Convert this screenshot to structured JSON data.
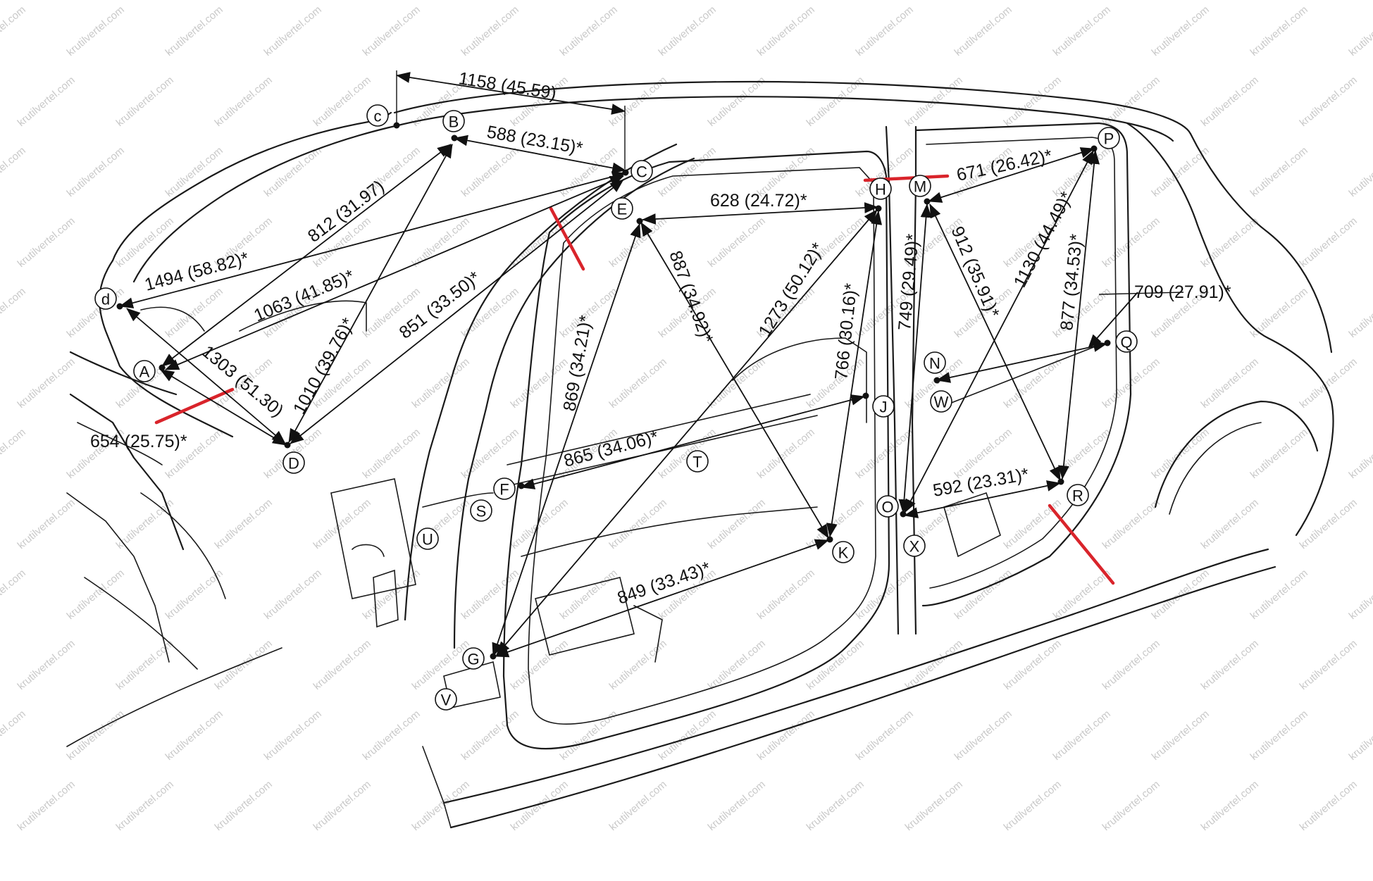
{
  "watermark": "krutilvertel.com",
  "points": {
    "c": "c",
    "B": "B",
    "C": "C",
    "d": "d",
    "A": "A",
    "D": "D",
    "E": "E",
    "F": "F",
    "G": "G",
    "H": "H",
    "J": "J",
    "K": "K",
    "M": "M",
    "N": "N",
    "O": "O",
    "P": "P",
    "Q": "Q",
    "R": "R",
    "S": "S",
    "T": "T",
    "U": "U",
    "V": "V",
    "W": "W",
    "X": "X"
  },
  "dimensions": {
    "c_C": "1158 (45.59)",
    "B_C": "588 (23.15)*",
    "d_C": "1494 (58.82)*",
    "B_A": "812 (31.97)",
    "C_A": "1063 (41.85)*",
    "C_D": "851 (33.50)*",
    "B_D": "1010 (39.76)*",
    "d_D": "1303 (51.30)",
    "A_D": "654 (25.75)*",
    "E_H": "628 (24.72)*",
    "E_G": "869 (34.21)*",
    "E_K": "887 (34.92)*",
    "H_G": "1273 (50.12)*",
    "H_K": "766 (30.16)*",
    "F_J": "865 (34.06)*",
    "G_K": "849 (33.43)*",
    "M_P": "671 (26.42)*",
    "M_O": "749 (29.49)*",
    "M_R": "912 (35.91)*",
    "P_O": "1130 (44.49)*",
    "P_R": "877 (34.53)*",
    "Q_N": "709 (27.91)*",
    "O_R": "592 (23.31)*"
  },
  "colors": {
    "line": "#1a1a1a",
    "cut_marks": "#d9242b",
    "watermark": "#c9c9c9",
    "background": "#ffffff"
  }
}
